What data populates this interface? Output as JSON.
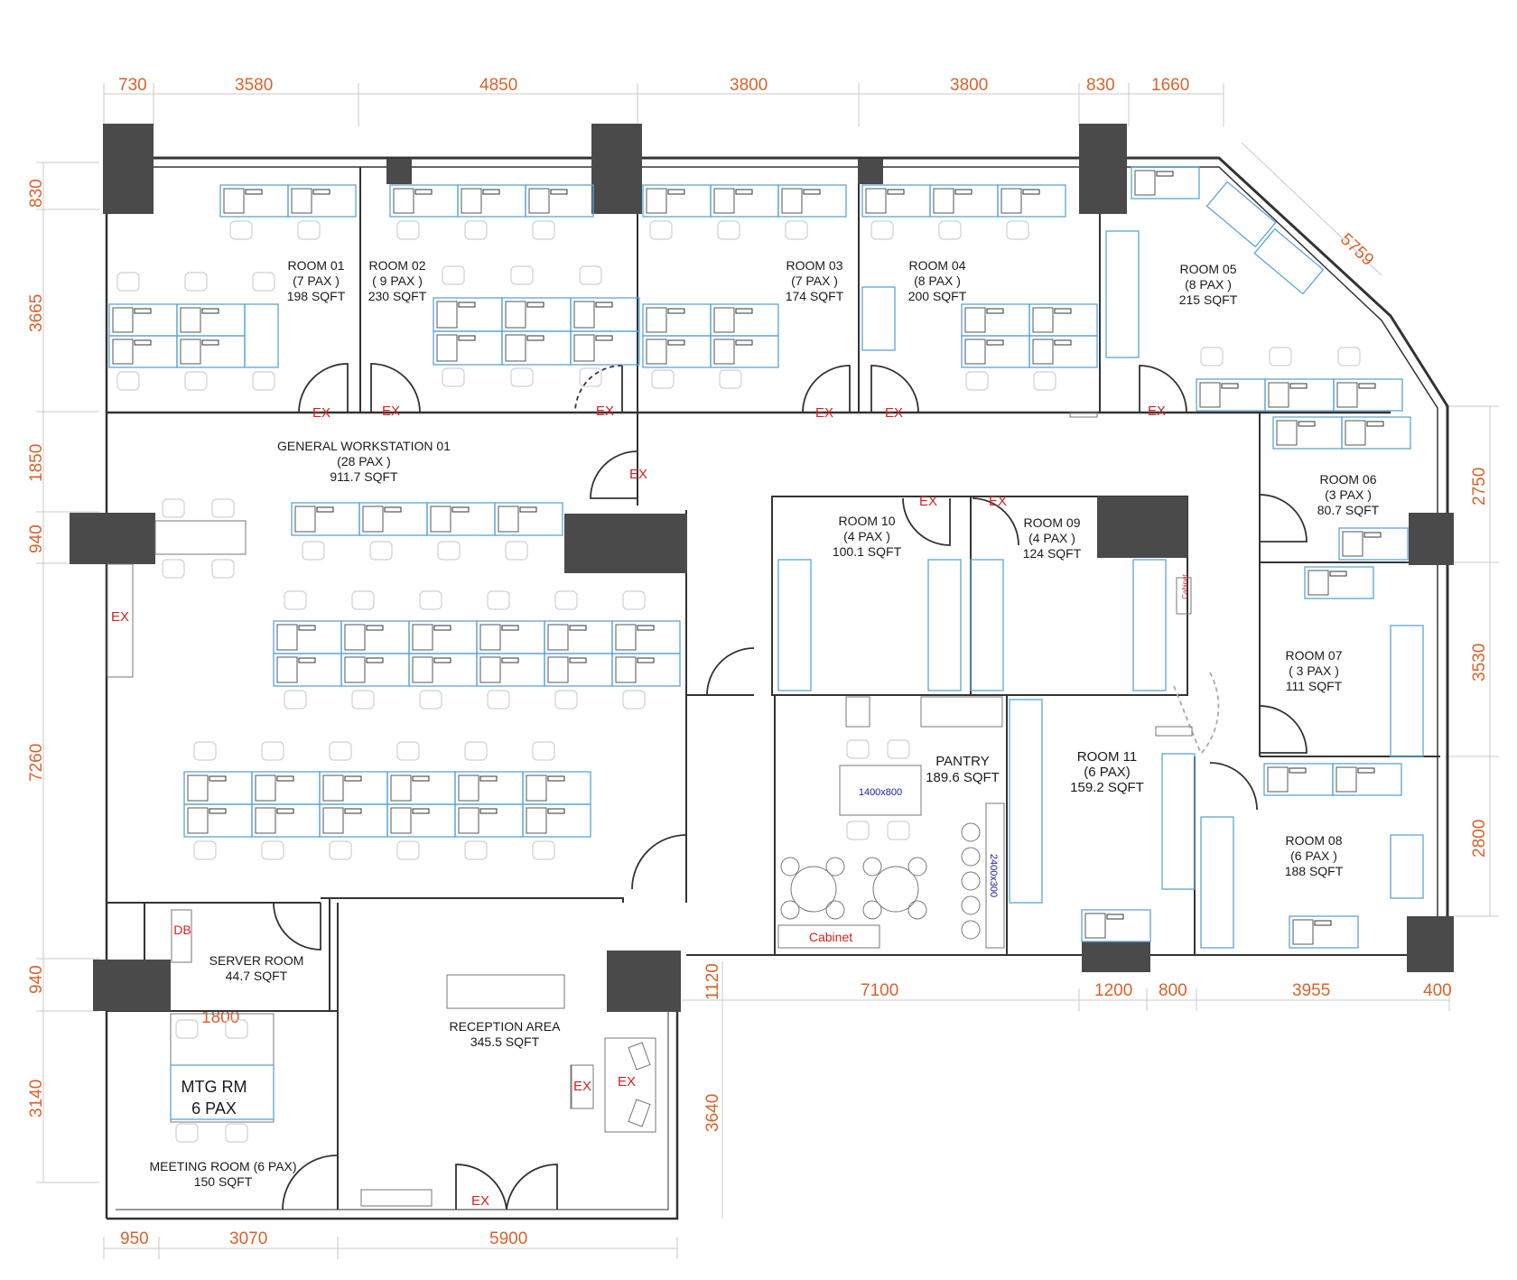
{
  "dimensions": {
    "top": [
      "730",
      "3580",
      "4850",
      "3800",
      "3800",
      "830",
      "1660"
    ],
    "diagonal": "5759",
    "left": [
      "830",
      "3665",
      "1850",
      "940",
      "7260",
      "940",
      "3140"
    ],
    "right": [
      "2750",
      "3530",
      "2800"
    ],
    "bottom_right": [
      "1120",
      "7100",
      "1200",
      "800",
      "3955",
      "400"
    ],
    "reception_side": "3640",
    "bottom": [
      "950",
      "3070",
      "5900"
    ],
    "meeting_width": "1800"
  },
  "rooms": {
    "room01": {
      "name": "ROOM 01",
      "pax": "(7 PAX )",
      "area": "198 SQFT"
    },
    "room02": {
      "name": "ROOM 02",
      "pax": "( 9  PAX )",
      "area": "230 SQFT"
    },
    "room03": {
      "name": "ROOM 03",
      "pax": "(7 PAX )",
      "area": "174 SQFT"
    },
    "room04": {
      "name": "ROOM 04",
      "pax": "(8 PAX )",
      "area": "200 SQFT"
    },
    "room05": {
      "name": "ROOM 05",
      "pax": "(8 PAX )",
      "area": "215 SQFT"
    },
    "room06": {
      "name": "ROOM 06",
      "pax": "(3 PAX )",
      "area": "80.7 SQFT"
    },
    "room07": {
      "name": "ROOM 07",
      "pax": "( 3 PAX )",
      "area": "111 SQFT"
    },
    "room08": {
      "name": "ROOM 08",
      "pax": "(6 PAX )",
      "area": "188 SQFT"
    },
    "room09": {
      "name": "ROOM 09",
      "pax": "(4 PAX )",
      "area": "124 SQFT"
    },
    "room10": {
      "name": "ROOM 10",
      "pax": "(4 PAX )",
      "area": "100.1 SQFT"
    },
    "room11": {
      "name": "ROOM 11",
      "pax": "(6 PAX)",
      "area": "159.2 SQFT"
    },
    "general": {
      "name": "GENERAL WORKSTATION 01",
      "pax": "(28 PAX )",
      "area": "911.7 SQFT"
    },
    "pantry": {
      "name": "PANTRY",
      "area": "189.6 SQFT"
    },
    "server": {
      "name": "SERVER ROOM",
      "area": "44.7 SQFT"
    },
    "reception": {
      "name": "RECEPTION AREA",
      "area": "345.5 SQFT"
    },
    "meeting": {
      "name": "MEETING ROOM (6 PAX)",
      "area": "150 SQFT"
    }
  },
  "labels": {
    "ex": "EX",
    "db": "DB",
    "cabinet": "Cabinet",
    "cabinet_small": "Cabinet",
    "table_size": "1400x800",
    "counter_size": "2400x300",
    "mtg_line1": "MTG RM",
    "mtg_line2": "6 PAX"
  },
  "colors": {
    "dimension_text": "#d9622b",
    "exit_marker": "#d42020",
    "desk_outline": "#5aa6d6",
    "column": "#4a4a4a",
    "wall": "#333333",
    "size_text": "#1a1aa0"
  }
}
